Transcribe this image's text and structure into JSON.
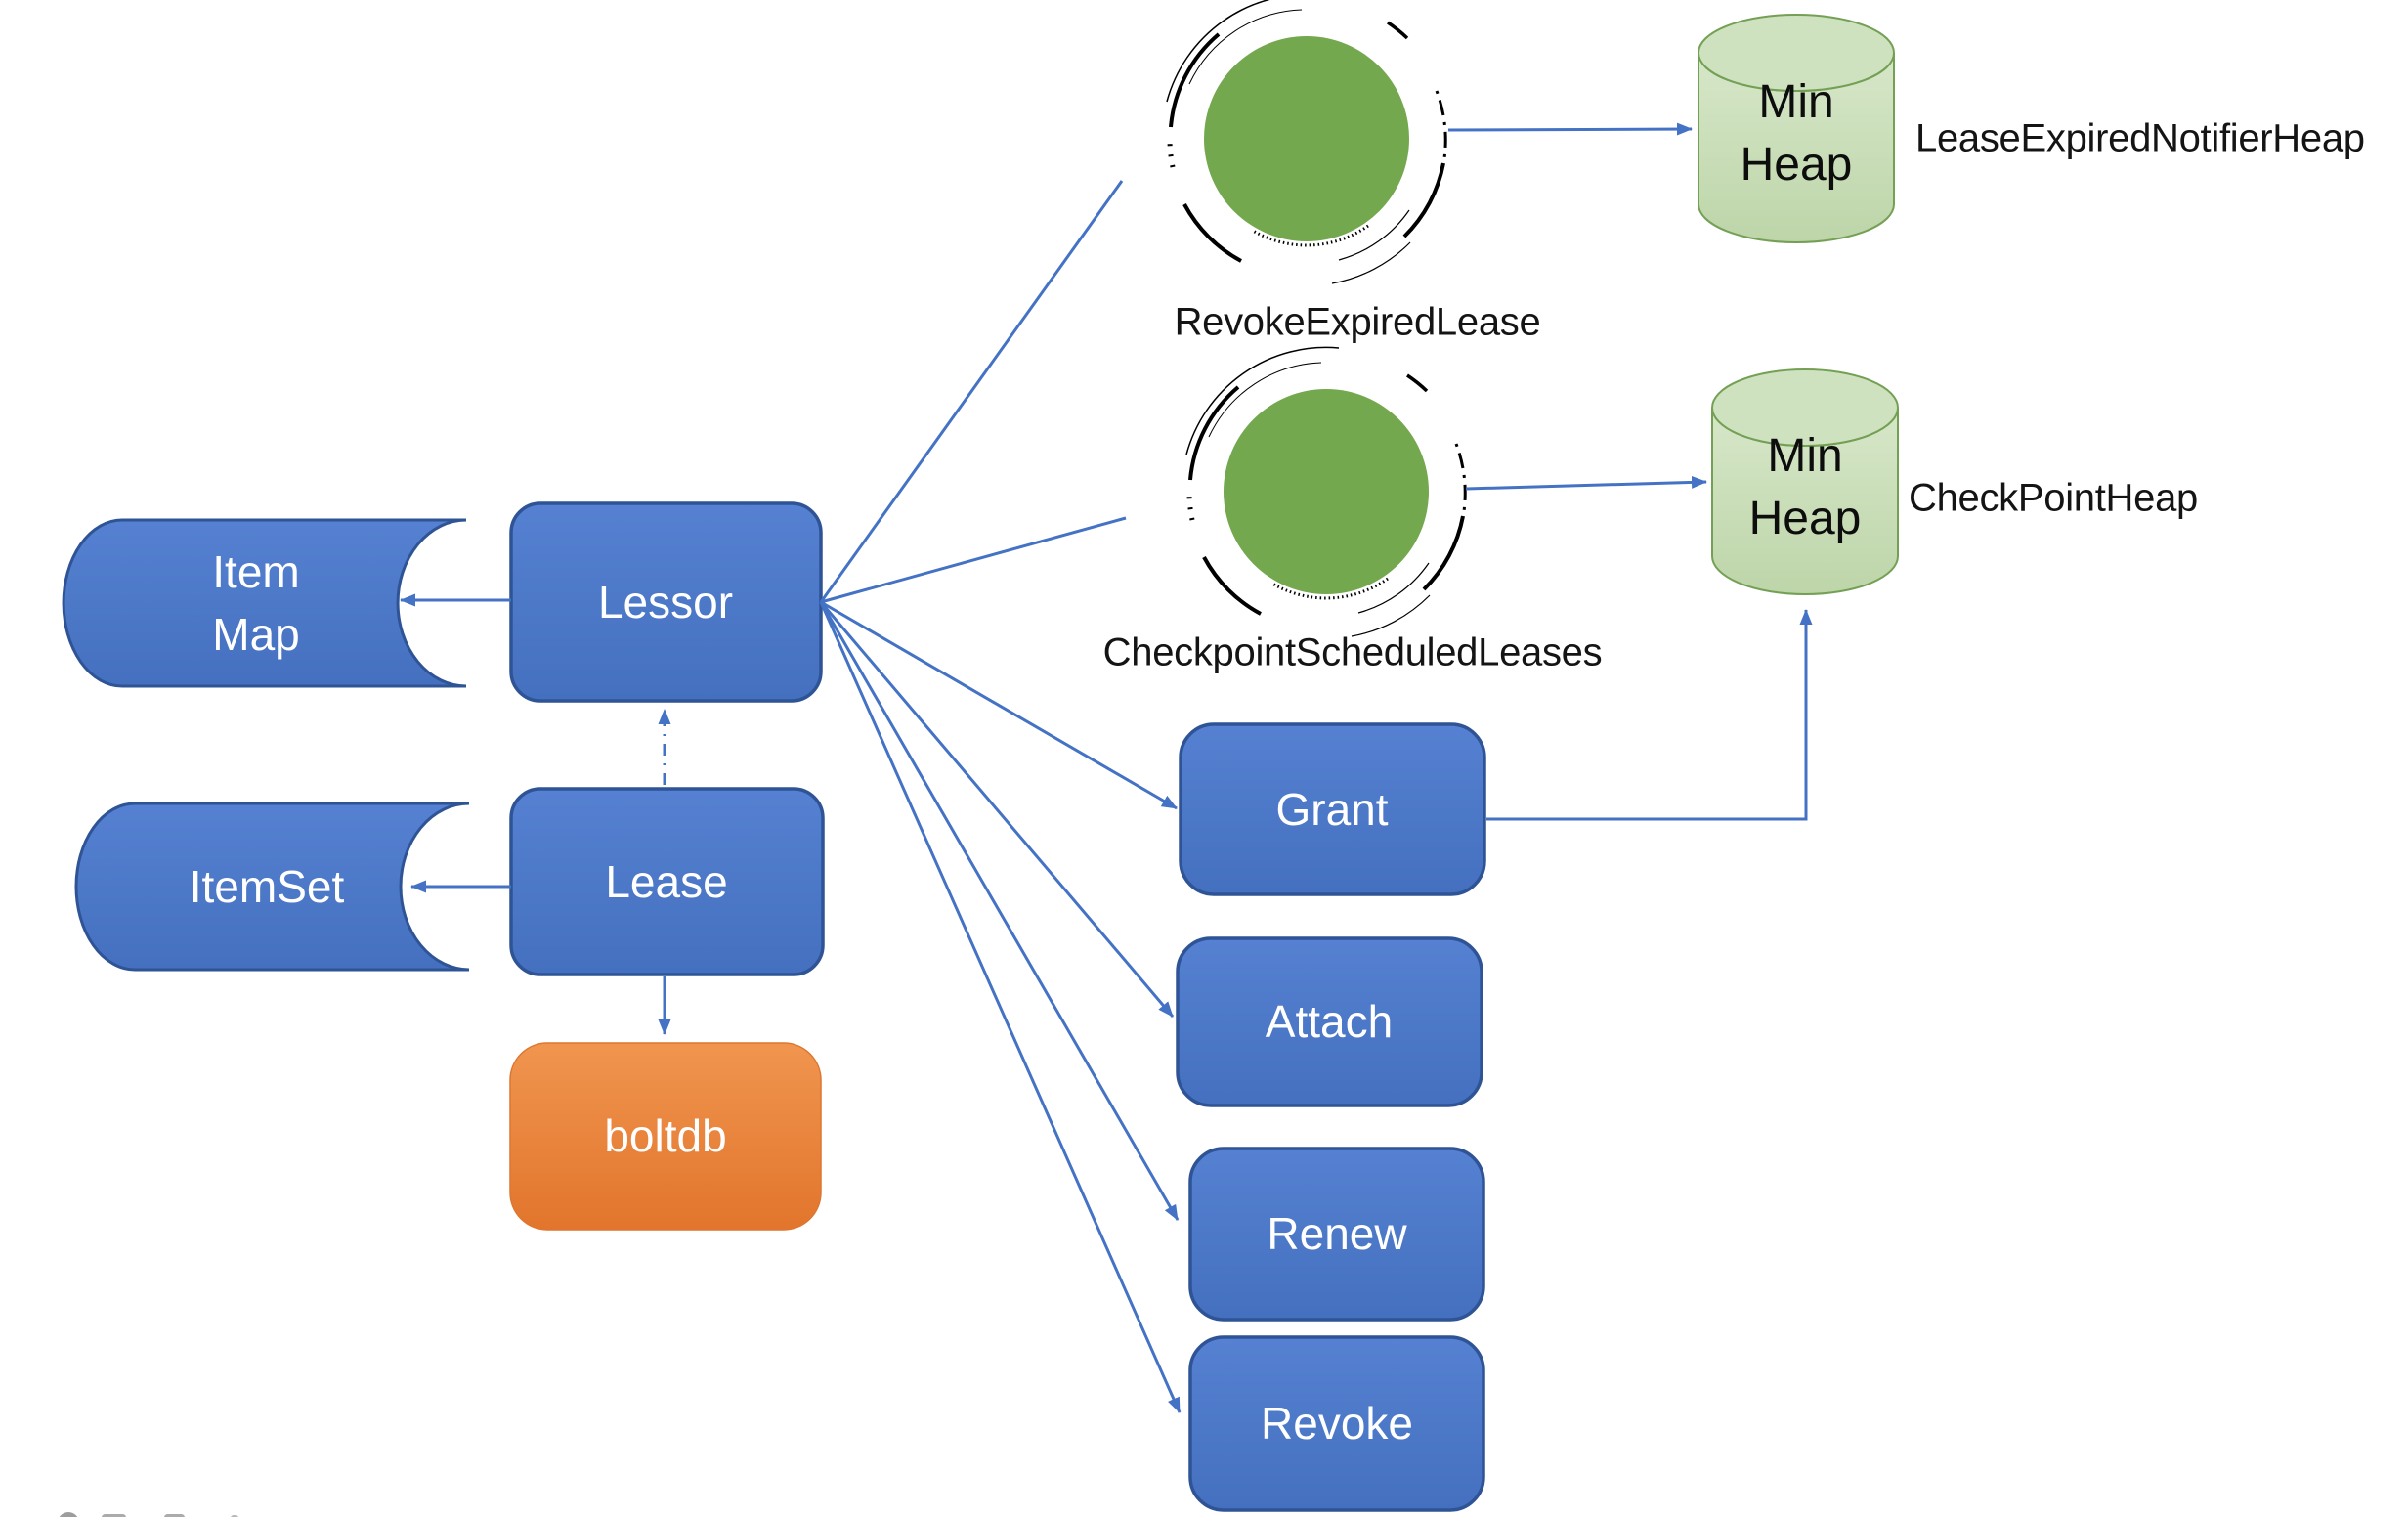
{
  "diagram": {
    "nodes": {
      "item_map": {
        "line1": "Item",
        "line2": "Map"
      },
      "item_set": {
        "label": "ItemSet"
      },
      "lessor": {
        "label": "Lessor"
      },
      "lease": {
        "label": "Lease"
      },
      "boltdb": {
        "label": "boltdb"
      },
      "grant": {
        "label": "Grant"
      },
      "attach": {
        "label": "Attach"
      },
      "renew": {
        "label": "Renew"
      },
      "revoke": {
        "label": "Revoke"
      },
      "heap_top": {
        "line1": "Min",
        "line2": "Heap",
        "caption": "LeaseExpiredNotifierHeap"
      },
      "heap_bottom": {
        "line1": "Min",
        "line2": "Heap",
        "caption": "CheckPointHeap"
      },
      "loop_top": {
        "caption": "RevokeExpiredLease"
      },
      "loop_bottom": {
        "caption": "CheckpointScheduledLeases"
      }
    },
    "colors": {
      "node_blue": "#4a75c6",
      "node_blue_stroke": "#2f5496",
      "node_orange": "#ed7d31",
      "loop_green": "#74a84e",
      "cylinder_fill": "#c9debb",
      "cylinder_stroke": "#74a055",
      "arrow_blue": "#4472c4",
      "label_black": "#141414",
      "node_text_white": "#ffffff"
    }
  }
}
